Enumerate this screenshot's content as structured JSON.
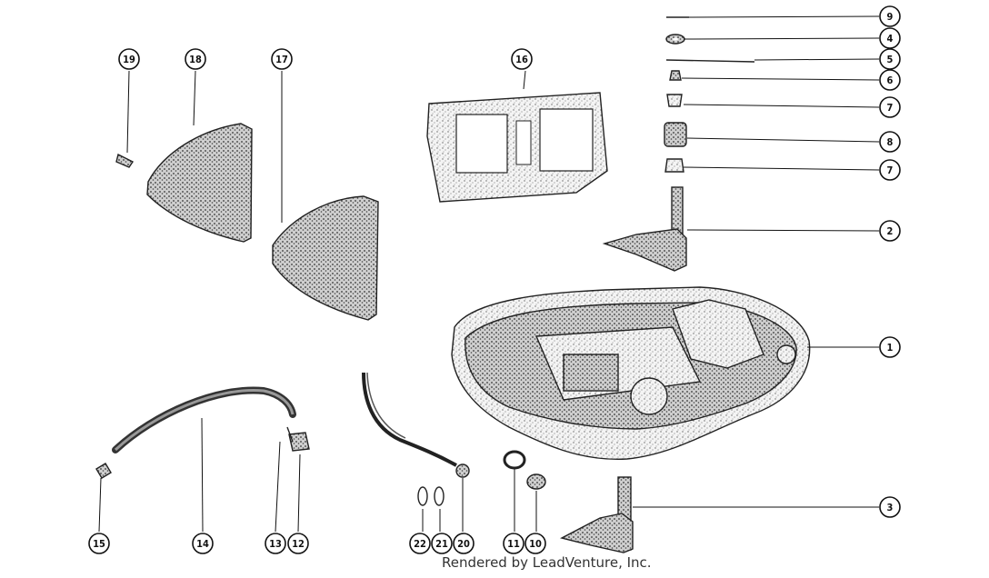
{
  "credit": "Rendered by LeadVenture, Inc.",
  "callouts": {
    "c1": "1",
    "c2": "2",
    "c3": "3",
    "c4": "4",
    "c5": "5",
    "c6": "6",
    "c7a": "7",
    "c7b": "7",
    "c8": "8",
    "c9": "9",
    "c10": "10",
    "c11": "11",
    "c12": "12",
    "c13": "13",
    "c14": "14",
    "c15": "15",
    "c16": "16",
    "c17": "17",
    "c18": "18",
    "c19": "19",
    "c20": "20",
    "c21": "21",
    "c22": "22"
  }
}
